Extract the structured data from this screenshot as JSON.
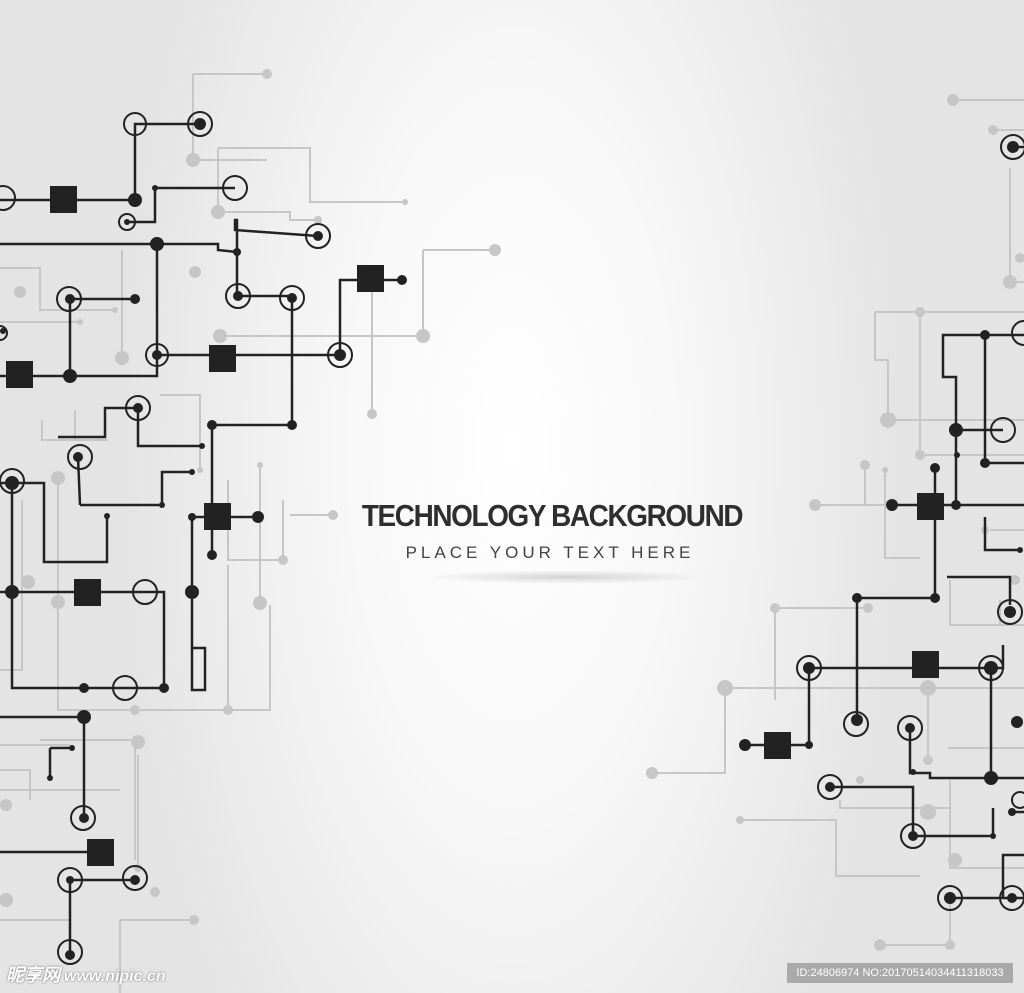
{
  "heading": {
    "title": "TECHNOLOGY BACKGROUND",
    "subtitle": "PLACE YOUR TEXT HERE"
  },
  "watermark": {
    "site_name": "昵享网",
    "site_url": "www.nipic.cn",
    "image_info": "ID:24806974 NO:20170514034411318033"
  },
  "colors": {
    "background": "#f2f2f2",
    "trace_dark": "#222222",
    "trace_light": "#c4c4c4",
    "title_text": "#2e2e2e"
  }
}
